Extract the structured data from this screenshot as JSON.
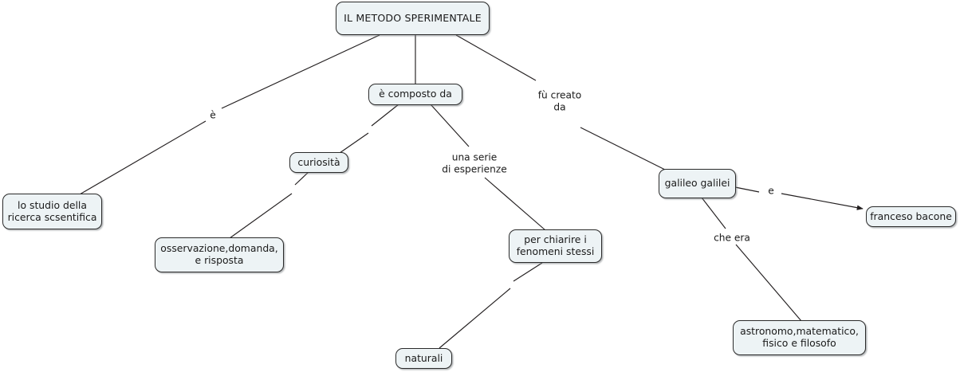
{
  "diagram": {
    "type": "concept-map",
    "title": "IL METODO SPERIMENTALE",
    "background_color": "#ffffff",
    "node_fill_color": "#edf3f5",
    "node_border_color": "#2b2b2b",
    "link_color": "#231f20",
    "text_color": "#1a1a1a"
  },
  "nodes": [
    {
      "id": "metodo",
      "label": "IL METODO SPERIMENTALE"
    },
    {
      "id": "studio",
      "label": "lo studio della\nricerca scsentifica"
    },
    {
      "id": "composto",
      "label": "è composto da"
    },
    {
      "id": "curiosita",
      "label": "curiosità"
    },
    {
      "id": "osservazione",
      "label": "osservazione,domanda,\ne risposta"
    },
    {
      "id": "chiarire",
      "label": "per chiarire i\nfenomeni stessi"
    },
    {
      "id": "naturali",
      "label": "naturali"
    },
    {
      "id": "galileo",
      "label": "galileo galilei"
    },
    {
      "id": "bacone",
      "label": "franceso bacone"
    },
    {
      "id": "astronomo",
      "label": "astronomo,matematico,\nfisico e filosofo"
    }
  ],
  "link_labels": [
    {
      "id": "e-label",
      "text": "è"
    },
    {
      "id": "fu-creato-da",
      "text": "fù creato\nda"
    },
    {
      "id": "una-serie",
      "text": "una serie\ndi esperienze"
    },
    {
      "id": "che-era",
      "text": "che era"
    },
    {
      "id": "e-conj",
      "text": "e"
    }
  ],
  "edges": [
    {
      "from": "metodo",
      "to": "studio",
      "label": "è"
    },
    {
      "from": "metodo",
      "to": "composto",
      "label": ""
    },
    {
      "from": "metodo",
      "to": "galileo",
      "label": "fù creato da"
    },
    {
      "from": "composto",
      "to": "curiosita",
      "label": ""
    },
    {
      "from": "composto",
      "to": "chiarire",
      "label": "una serie di esperienze"
    },
    {
      "from": "curiosita",
      "to": "osservazione",
      "label": ""
    },
    {
      "from": "chiarire",
      "to": "naturali",
      "label": ""
    },
    {
      "from": "galileo",
      "to": "bacone",
      "label": "e",
      "arrow": true
    },
    {
      "from": "galileo",
      "to": "astronomo",
      "label": "che era"
    }
  ]
}
